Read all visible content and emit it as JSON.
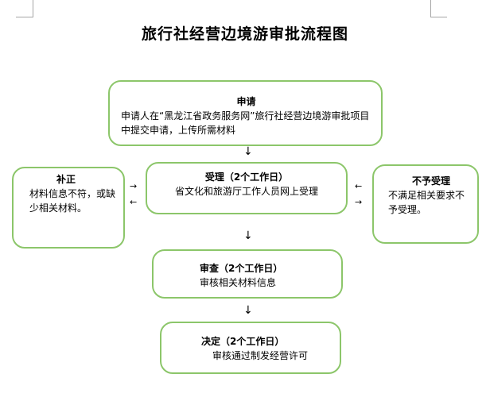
{
  "title": "旅行社经营边境游审批流程图",
  "nodes": {
    "apply": {
      "head": "申请",
      "body": "申请人在“黑龙江省政务服务网”旅行社经营边境游审批项目中提交申请，上传所需材料"
    },
    "accept": {
      "head": "受理（2个工作日）",
      "body": "省文化和旅游厅工作人员网上受理"
    },
    "fix": {
      "head": "补正",
      "body": "材料信息不符，或缺少相关材料。"
    },
    "reject": {
      "head": "不予受理",
      "body": "不满足相关要求不予受理。"
    },
    "review": {
      "head": "审查（2个工作日）",
      "body": "审核相关材料信息"
    },
    "decide": {
      "head": "决定（2个工作日）",
      "body": "审核通过制发经营许可"
    }
  },
  "arrows": {
    "down": "↓",
    "right": "→",
    "left": "←"
  },
  "colors": {
    "box_border": "#8cc66a"
  }
}
